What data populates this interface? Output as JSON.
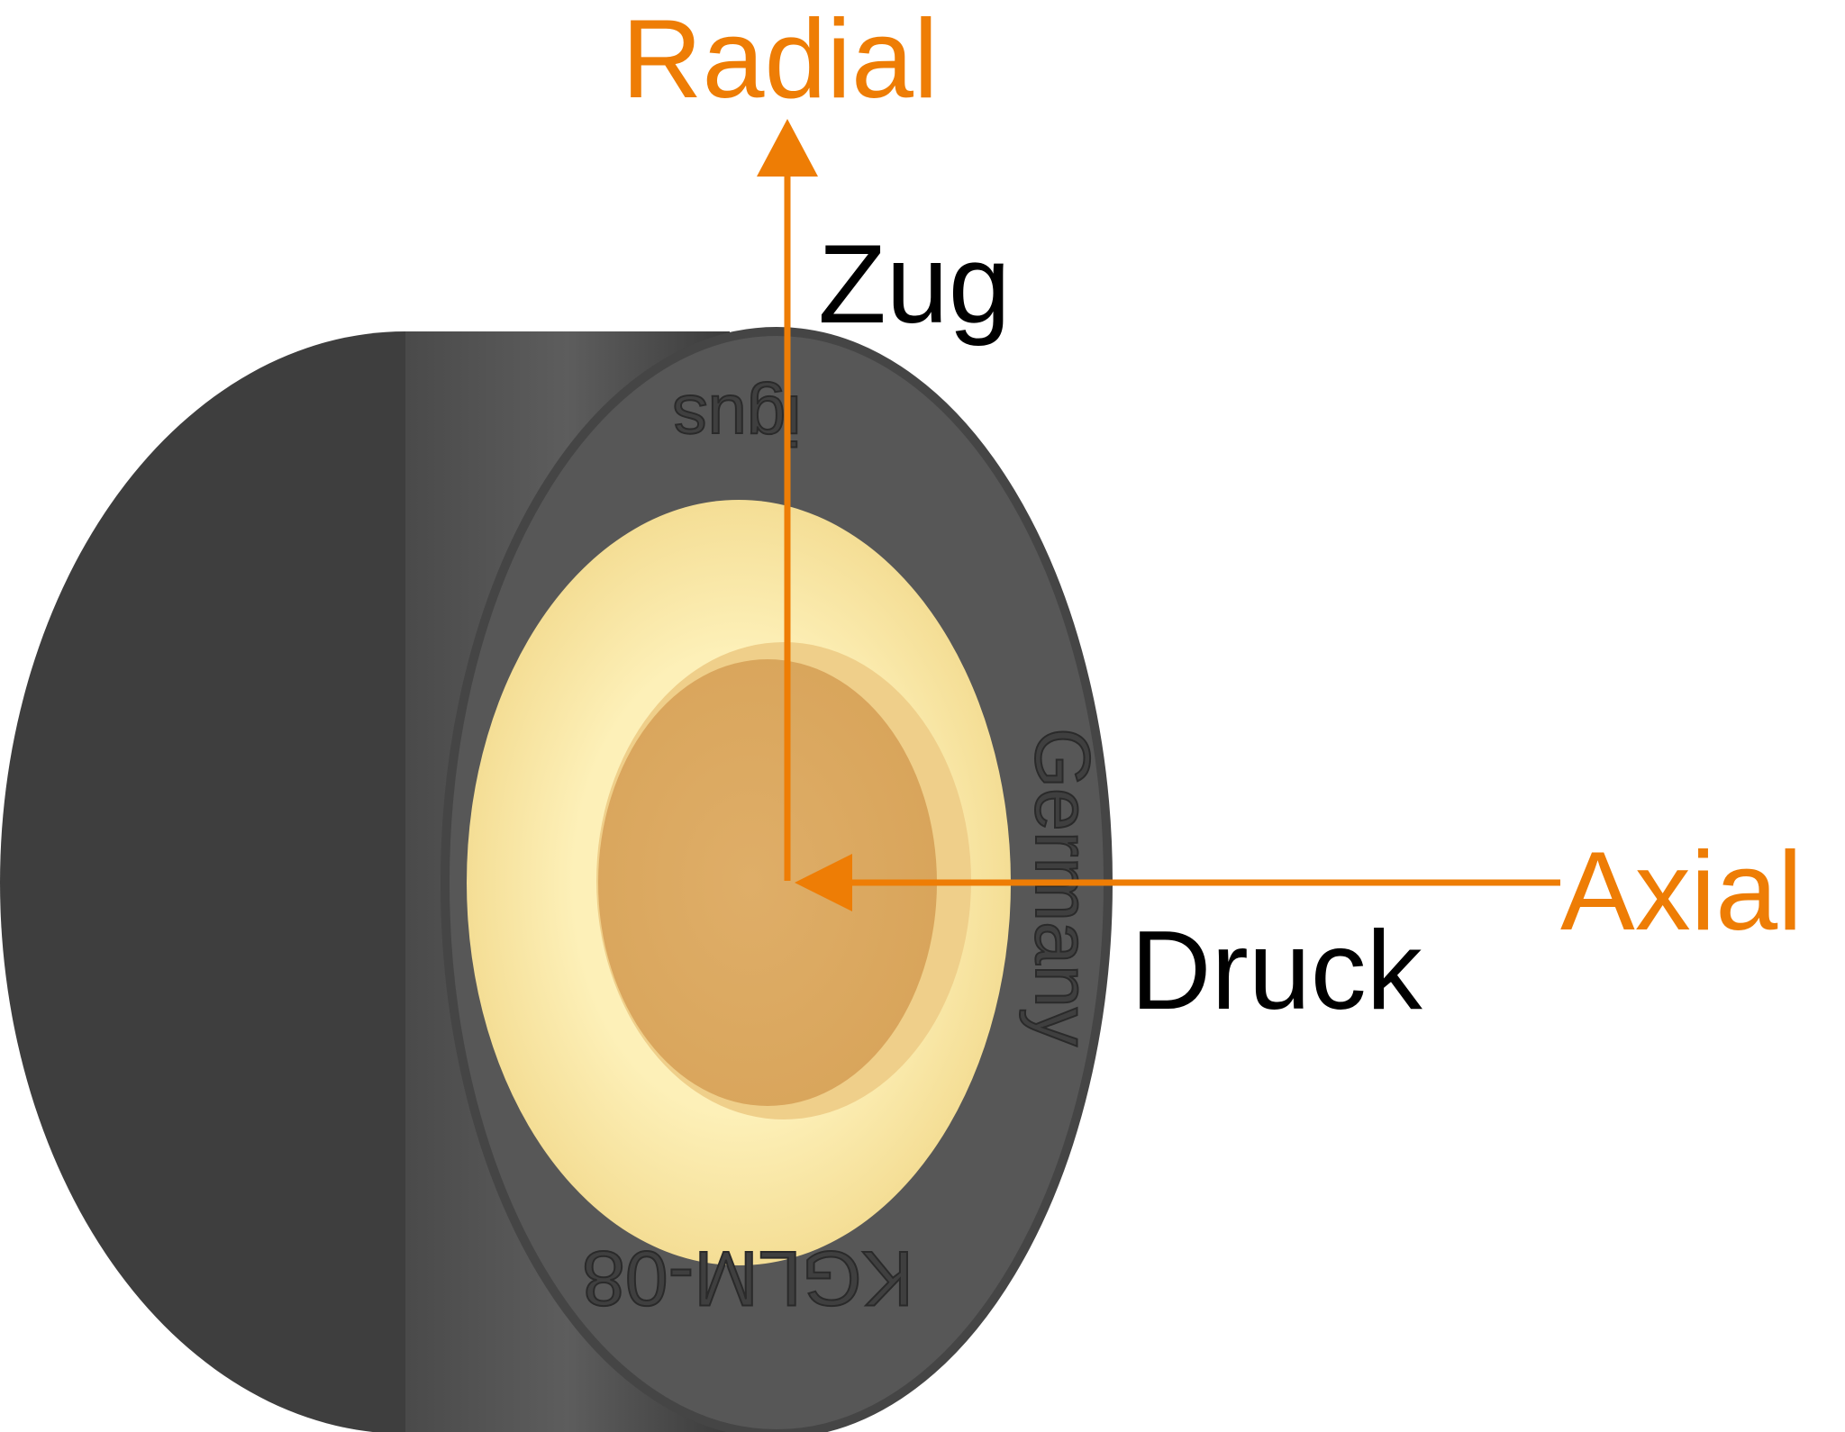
{
  "labels": {
    "radial": "Radial",
    "zug": "Zug",
    "axial": "Axial",
    "druck": "Druck"
  },
  "engravings": {
    "brand": "igus",
    "country": "Germany",
    "part_number": "KGLM-08"
  },
  "colors": {
    "accent": "#ee7d05",
    "housing_dark": "#3e3e3e",
    "housing_face": "#575757",
    "insert_light": "#fbeaa8",
    "bore": "#dcaa62",
    "text": "#000000"
  },
  "icons": {
    "radial_arrow": "arrow-up-icon",
    "axial_arrow": "arrow-left-icon"
  }
}
